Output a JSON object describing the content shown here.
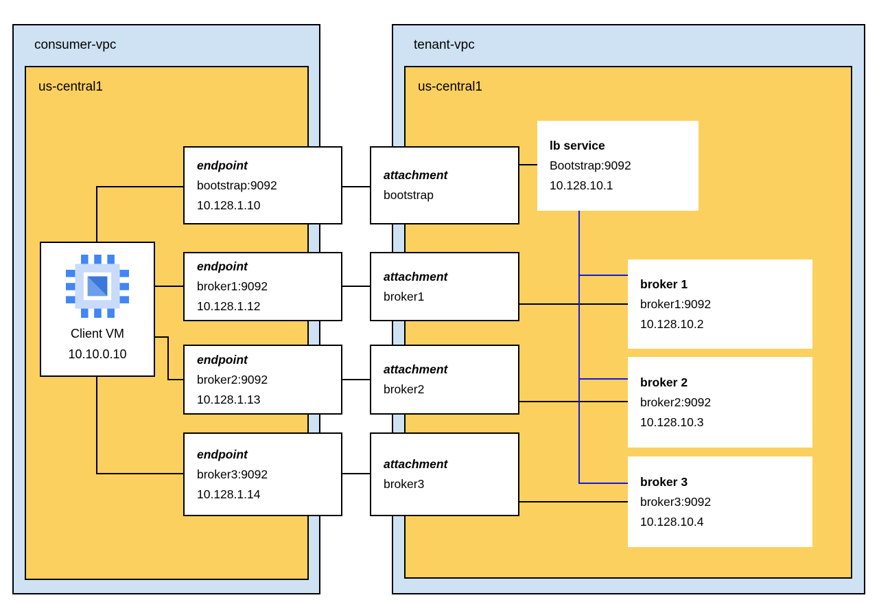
{
  "colors": {
    "vpc_fill": "#cfe2f3",
    "region_fill": "#fcd05f",
    "node_fill": "#ffffff",
    "border": "#000000",
    "lb_link_line": "#1515e6",
    "link_line": "#000000",
    "icon_pin_blue": "#4285f4",
    "icon_body_blue": "#c9dbfb",
    "icon_inner_blue": "#6d9eeb",
    "icon_dark_blue": "#3c78d8"
  },
  "consumer_vpc": {
    "label": "consumer-vpc",
    "region_label": "us-central1",
    "client_vm": {
      "icon": "compute-engine-icon",
      "name": "Client VM",
      "ip": "10.10.0.10"
    },
    "endpoints": [
      {
        "heading": "endpoint",
        "target": "bootstrap:9092",
        "ip": "10.128.1.10"
      },
      {
        "heading": "endpoint",
        "target": "broker1:9092",
        "ip": "10.128.1.12"
      },
      {
        "heading": "endpoint",
        "target": "broker2:9092",
        "ip": "10.128.1.13"
      },
      {
        "heading": "endpoint",
        "target": "broker3:9092",
        "ip": "10.128.1.14"
      }
    ]
  },
  "tenant_vpc": {
    "label": "tenant-vpc",
    "region_label": "us-central1",
    "attachments": [
      {
        "heading": "attachment",
        "name": "bootstrap"
      },
      {
        "heading": "attachment",
        "name": "broker1"
      },
      {
        "heading": "attachment",
        "name": "broker2"
      },
      {
        "heading": "attachment",
        "name": "broker3"
      }
    ],
    "lb_service": {
      "heading": "lb service",
      "listener": "Bootstrap:9092",
      "ip": "10.128.10.1"
    },
    "brokers": [
      {
        "heading": "broker 1",
        "listener": "broker1:9092",
        "ip": "10.128.10.2"
      },
      {
        "heading": "broker 2",
        "listener": "broker2:9092",
        "ip": "10.128.10.3"
      },
      {
        "heading": "broker 3",
        "listener": "broker3:9092",
        "ip": "10.128.10.4"
      }
    ]
  }
}
